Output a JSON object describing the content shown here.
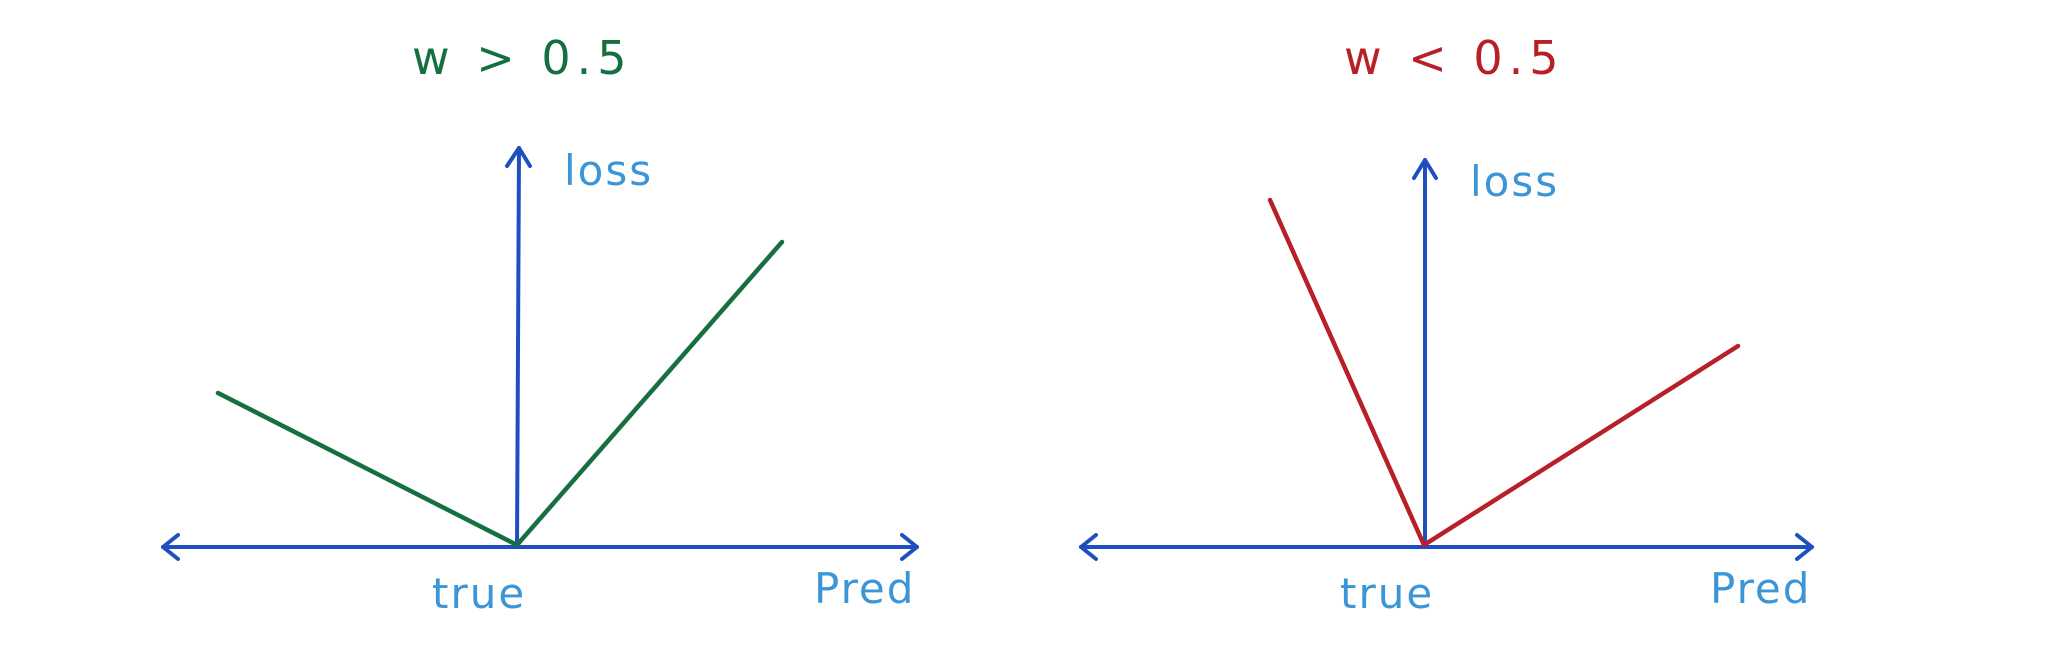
{
  "colors": {
    "axis": "#1f4fbf",
    "label": "#3b95d6",
    "left_curve": "#157040",
    "right_curve": "#b82028"
  },
  "panels": [
    {
      "title": "w > 0.5",
      "y_label": "loss",
      "x_center_label": "true",
      "x_end_label": "Pred"
    },
    {
      "title": "w < 0.5",
      "y_label": "loss",
      "x_center_label": "true",
      "x_end_label": "Pred"
    }
  ]
}
